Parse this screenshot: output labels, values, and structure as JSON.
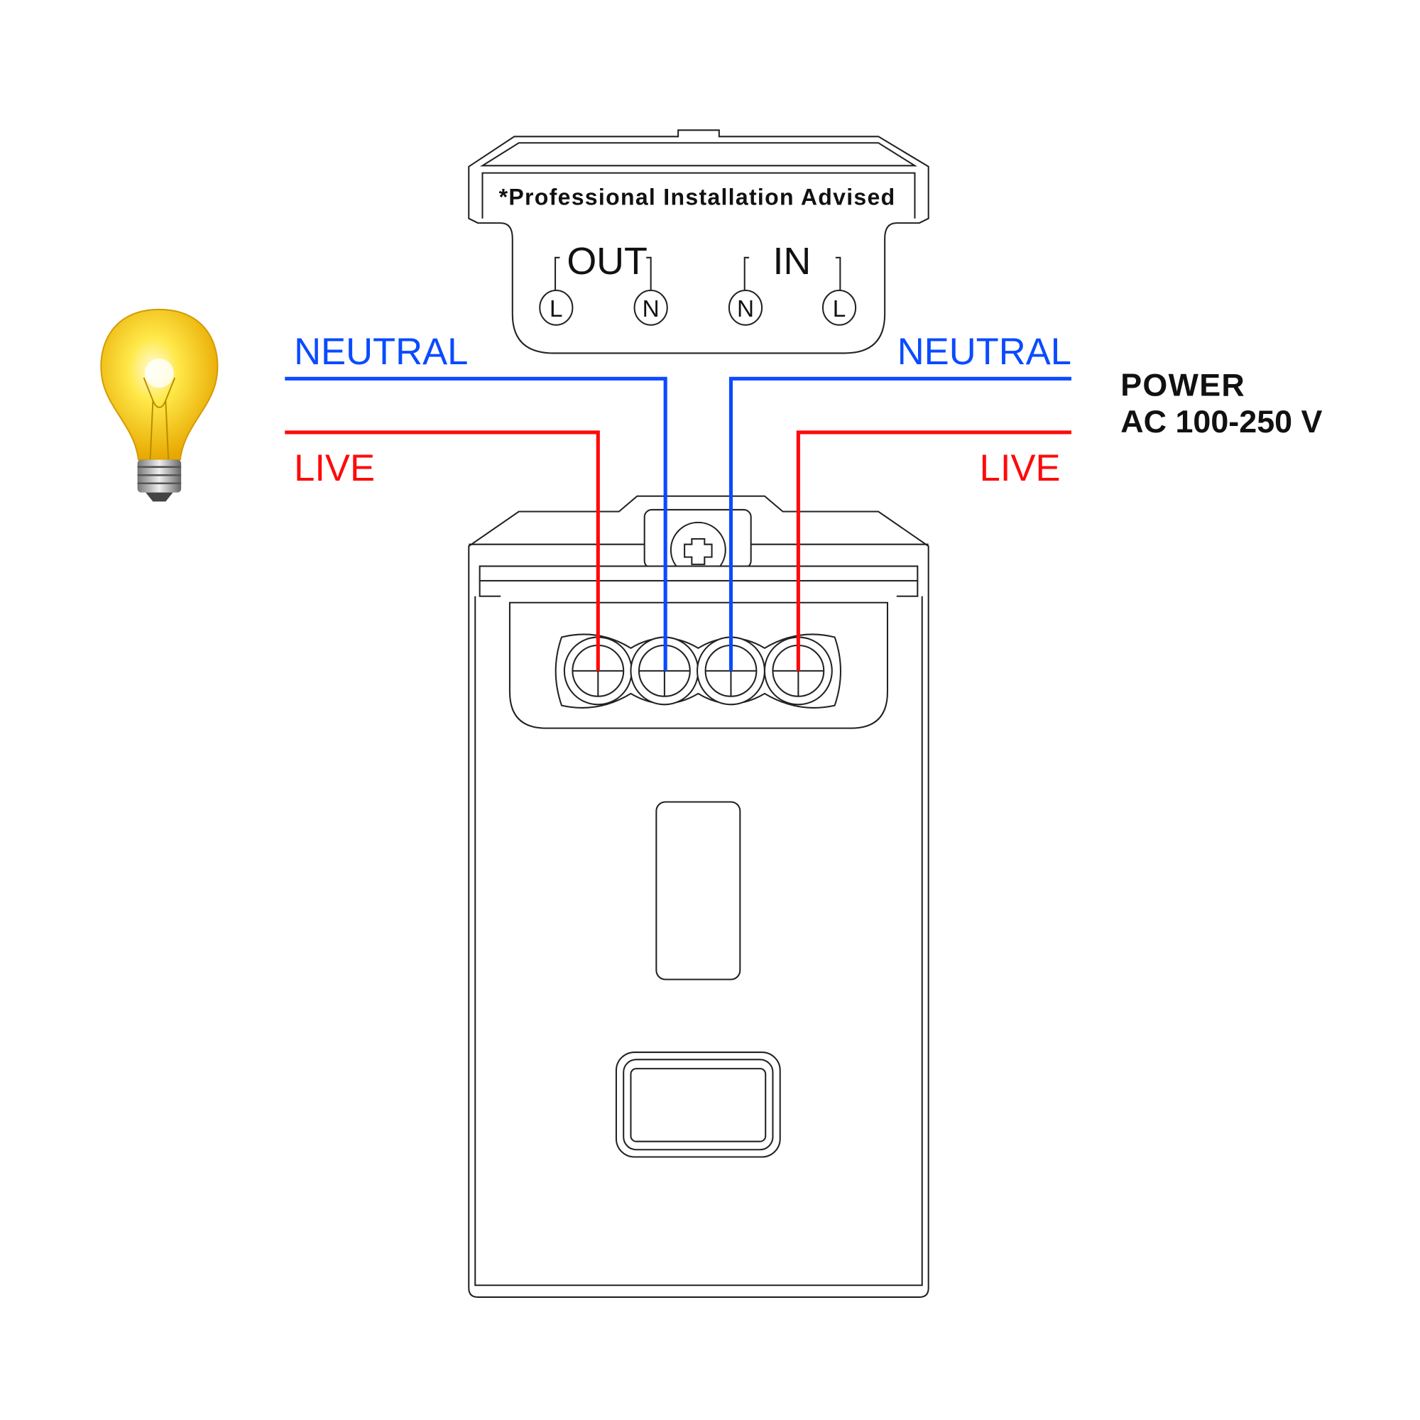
{
  "device": {
    "notice": "*Professional Installation Advised",
    "out_label": "OUT",
    "in_label": "IN",
    "terminals": [
      "L",
      "N",
      "N",
      "L"
    ]
  },
  "wires": {
    "left_neutral": "NEUTRAL",
    "left_live": "LIVE",
    "right_neutral": "NEUTRAL",
    "right_live": "LIVE"
  },
  "power": {
    "line1": "POWER",
    "line2": "AC 100-250 V"
  },
  "colors": {
    "neutral": "#0a4bff",
    "live": "#ff0a0a",
    "outline": "#222222"
  }
}
